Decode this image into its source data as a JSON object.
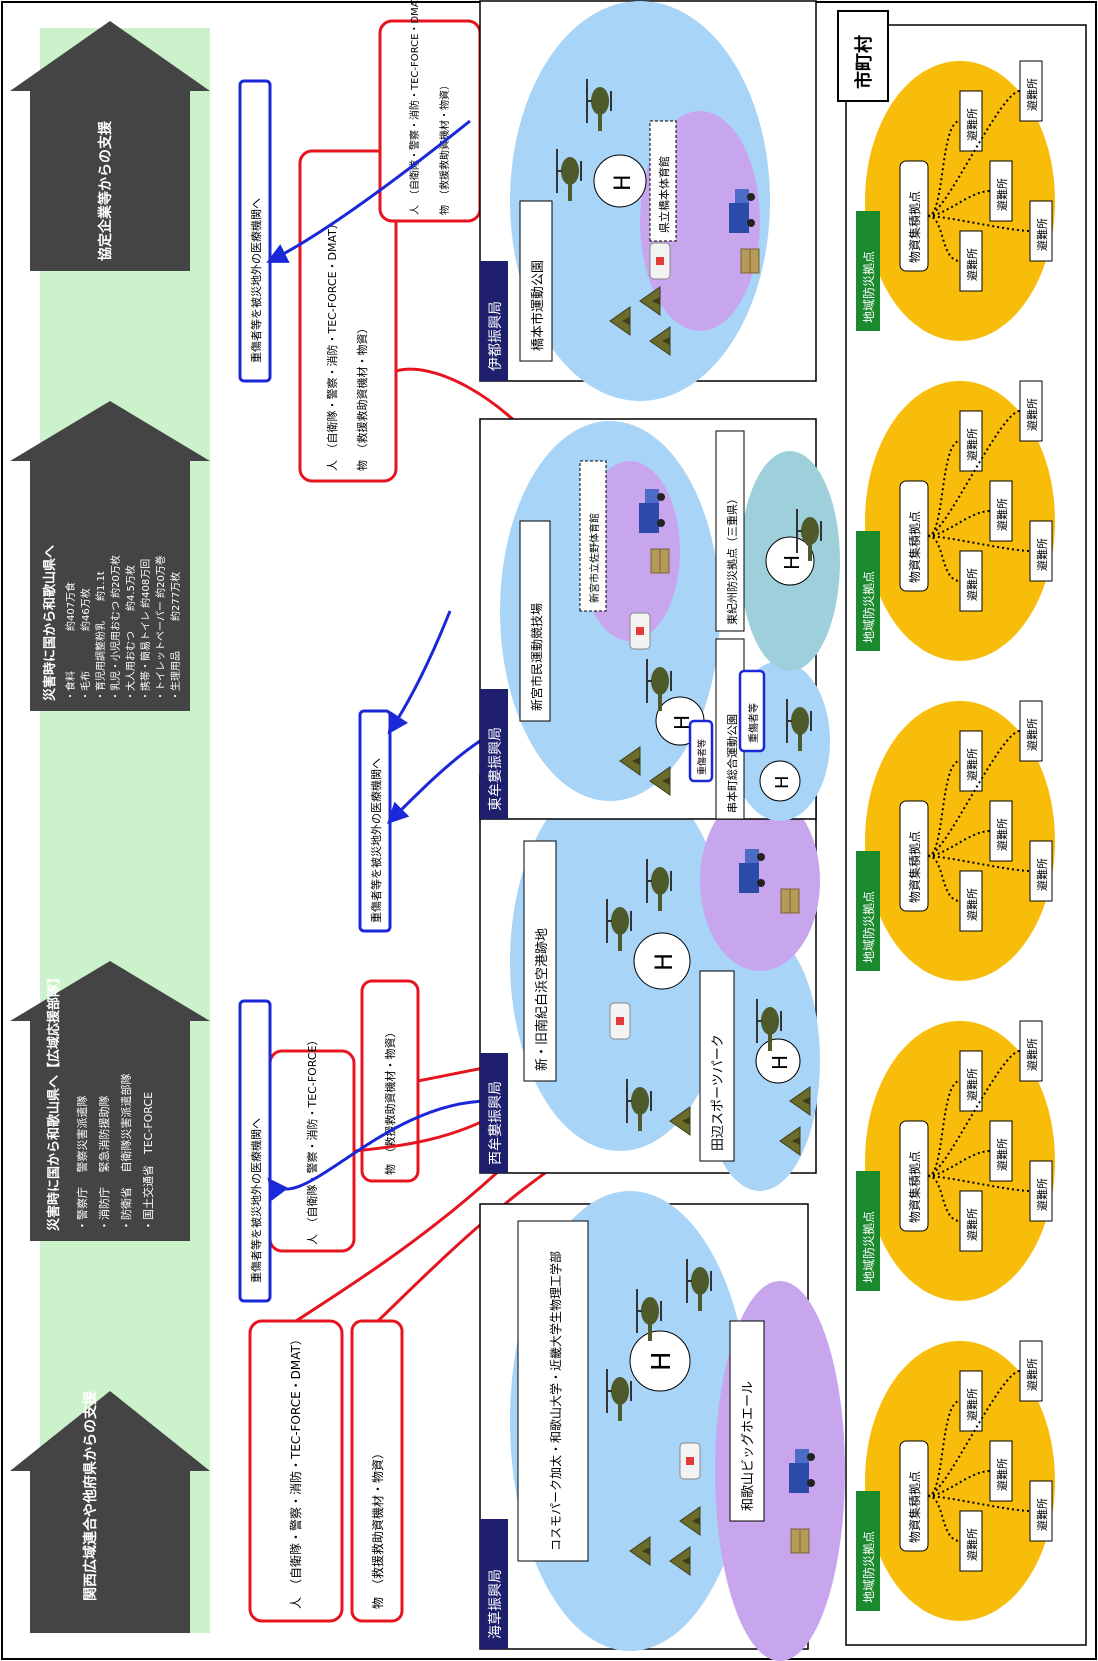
{
  "support": [
    {
      "title": "関西広域連合や他府県からの支援",
      "lines": []
    },
    {
      "title": "災害時に国から和歌山県へ【広域応援部隊】",
      "lines": [
        "・警察庁　 警察災害派遣隊",
        "・消防庁　 緊急消防援助隊",
        "・防衛省　 自衛隊災害派遣部隊",
        "・国土交通省　TEC-FORCE"
      ]
    },
    {
      "title": "災害時に国から和歌山県へ",
      "lines": [
        "・食料　　　　約407万食",
        "・毛布　　　　約46万枚",
        "・育児用調整粉乳　　約1.1t",
        "・乳児・小児用おむつ 約20万枚",
        "・大人用おむつ　　約4.5万枚",
        "・携帯・簡易トイレ 約408万回",
        "・トイレットペーパー 約20万巻",
        "・生理用品　　　約277万枚"
      ]
    },
    {
      "title": "協定企業等からの支援",
      "lines": []
    }
  ],
  "resources": [
    {
      "person": "人　（自衛隊・警察・消防・TEC-FORCE・DMAT）",
      "goods": "物　（救援救助資機材・物資）"
    },
    {
      "person": "人　（自衛隊・警察・消防・TEC-FORCE）",
      "goods": "物　（救援救助資機材・物資）"
    },
    {
      "person": "人　（自衛隊・警察・消防・TEC-FORCE・DMAT）",
      "goods": "物　（救援救助資機材・物資）"
    },
    {
      "person": "人　（自衛隊・警察・消防・TEC-FORCE・DMAT）",
      "goods": "物　（救援救助資機材・物資）"
    }
  ],
  "medical_label": "重傷者等を被災地外の医療機関へ",
  "injured_label": "重傷者等",
  "bureaus": [
    {
      "name": "海草振興局",
      "sites": [
        "コスモパーク加太・和歌山大学・近畿大学生物理工学部",
        "和歌山ビッグホエール"
      ]
    },
    {
      "name": "西牟婁振興局",
      "sites": [
        "新・旧南紀白浜空港跡地",
        "田辺スポーツパーク"
      ]
    },
    {
      "name": "東牟婁振興局",
      "sites": [
        "新宮市民運動競技場",
        "新宮市立佐野体育館",
        "串本町総合運動公園",
        "東紀州防災拠点（三重県）"
      ]
    },
    {
      "name": "伊都振興局",
      "sites": [
        "橋本市運動公園",
        "県立橋本体育館"
      ]
    }
  ],
  "heli_mark": "H",
  "municipality": {
    "title": "市町村",
    "base_label": "地域防災拠点",
    "supply_label": "物資集積拠点",
    "shelter_label": "避難所"
  },
  "colors": {
    "arrow_band": "#ccf2cc",
    "arrow_gray": "#444444",
    "person_red": "#e5141e",
    "medical_blue": "#1a28d8",
    "bureau_navy": "#1f1f6e",
    "site_blue": "#a8d4f8",
    "site_purple": "#c8a6ee",
    "site_teal": "#9ed0dc",
    "muni_yellow": "#f8bc0a",
    "muni_green": "#1b8a2e"
  }
}
